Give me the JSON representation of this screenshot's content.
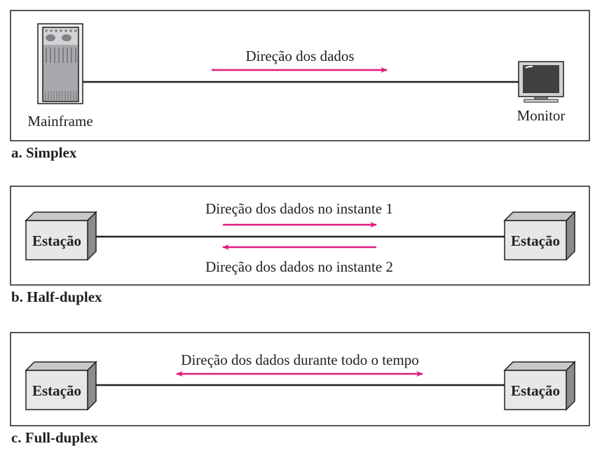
{
  "colors": {
    "arrow": "#e0197d",
    "line": "#231f20",
    "box_front": "#e6e7e8",
    "box_top": "#c7c8ca",
    "box_side": "#8a8c8e"
  },
  "simplex": {
    "caption": "a. Simplex",
    "source_label": "Mainframe",
    "target_label": "Monitor",
    "direction_label": "Direção dos dados"
  },
  "half_duplex": {
    "caption": "b. Half-duplex",
    "left_station": "Estação",
    "right_station": "Estação",
    "direction_label_1": "Direção dos dados no instante 1",
    "direction_label_2": "Direção dos dados no instante 2"
  },
  "full_duplex": {
    "caption": "c. Full-duplex",
    "left_station": "Estação",
    "right_station": "Estação",
    "direction_label": "Direção dos dados durante todo o tempo"
  }
}
